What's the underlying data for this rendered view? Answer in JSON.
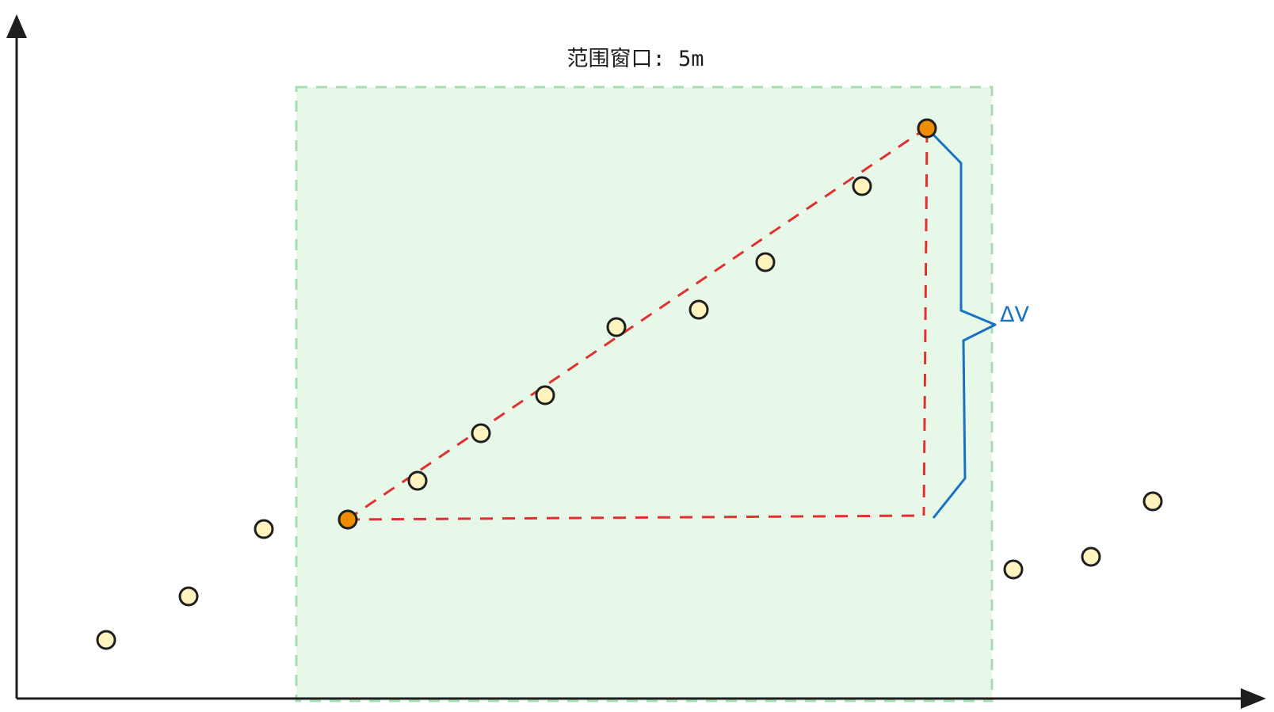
{
  "window_label": "范围窗口: 5m",
  "delta_label": "ΔV",
  "colors": {
    "axis": "#1e1e1e",
    "window_fill": "#e7f8e9",
    "window_border": "#a8dcb1",
    "triangle": "#e03131",
    "brace": "#1971c2",
    "point_fill": "#fff3bf",
    "endpoint_fill": "#f08c00",
    "point_stroke": "#1e1e1e"
  },
  "points": [
    {
      "kind": "outside"
    },
    {
      "kind": "outside"
    },
    {
      "kind": "outside"
    },
    {
      "kind": "endpoint"
    },
    {
      "kind": "inside"
    },
    {
      "kind": "inside"
    },
    {
      "kind": "inside"
    },
    {
      "kind": "inside"
    },
    {
      "kind": "inside"
    },
    {
      "kind": "inside"
    },
    {
      "kind": "inside"
    },
    {
      "kind": "endpoint"
    },
    {
      "kind": "outside"
    },
    {
      "kind": "outside"
    },
    {
      "kind": "outside"
    }
  ]
}
